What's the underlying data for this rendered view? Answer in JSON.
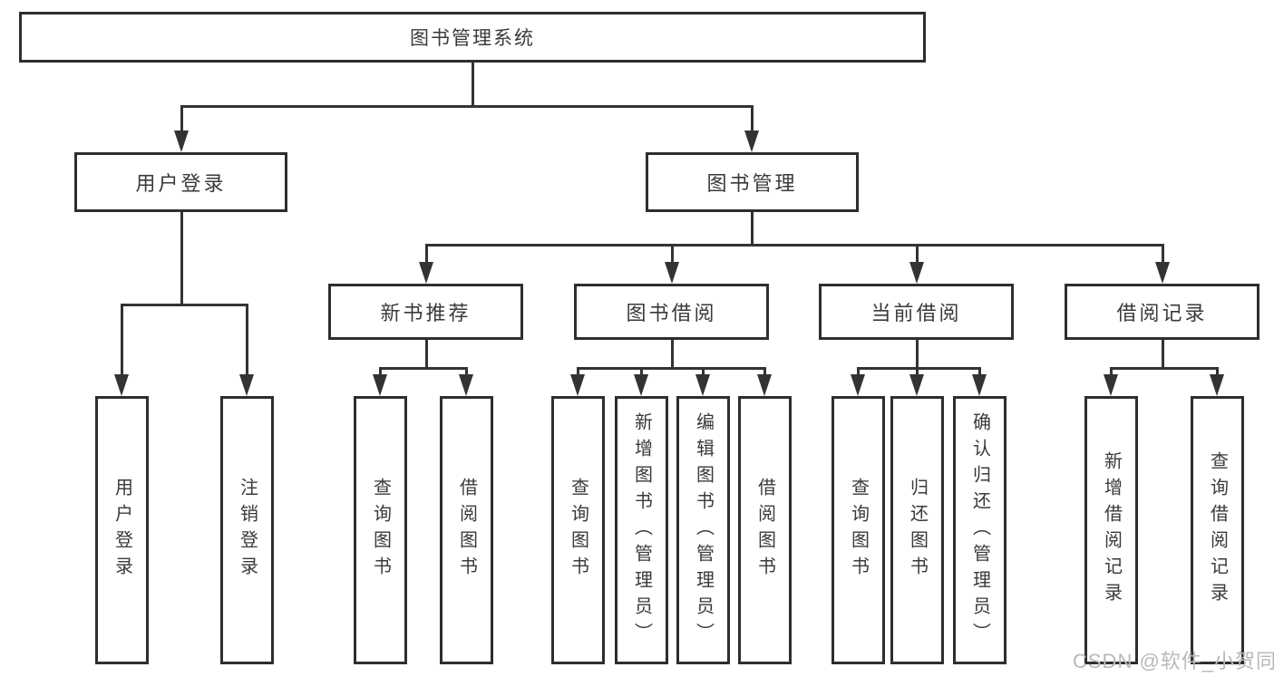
{
  "watermark_text": "CSDN @软件_小贺同学",
  "colors": {
    "line": "#333333",
    "box_border": "#2e2e2e",
    "text": "#3a3a3a",
    "watermark": "#b9b9b9",
    "background": "#ffffff"
  },
  "tree": {
    "root_label": "图书管理系统",
    "user_login": {
      "label": "用户登录",
      "children": [
        "用户登录",
        "注销登录"
      ]
    },
    "book_management": {
      "label": "图书管理",
      "sections": [
        {
          "label": "新书推荐",
          "children": [
            "查询图书",
            "借阅图书"
          ]
        },
        {
          "label": "图书借阅",
          "children": [
            "查询图书",
            "新增图书（管理员）",
            "编辑图书（管理员）",
            "借阅图书"
          ]
        },
        {
          "label": "当前借阅",
          "children": [
            "查询图书",
            "归还图书",
            "确认归还（管理员）"
          ]
        },
        {
          "label": "借阅记录",
          "children": [
            "新增借阅记录",
            "查询借阅记录"
          ]
        }
      ]
    }
  }
}
